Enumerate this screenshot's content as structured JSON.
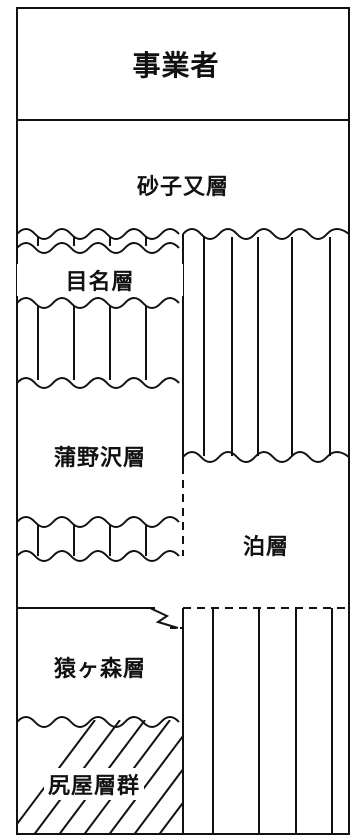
{
  "header": {
    "label": "事業者"
  },
  "units": {
    "sunagomata": "砂子又層",
    "mena": "目名層",
    "gamanosawa": "蒲野沢層",
    "tomari": "泊層",
    "sarugamori": "猿ヶ森層",
    "shiriya": "尻屋層群"
  },
  "colors": {
    "line": "#111111",
    "background": "#ffffff"
  }
}
